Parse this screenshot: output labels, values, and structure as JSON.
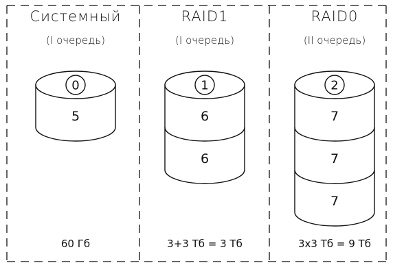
{
  "columns": [
    {
      "title": "Системный",
      "subtitle": "(I очередь)",
      "top_label": "0",
      "disks": [
        "5"
      ],
      "capacity": "60 Гб"
    },
    {
      "title": "RAID1",
      "subtitle": "(I очередь)",
      "top_label": "1",
      "disks": [
        "6",
        "6"
      ],
      "capacity": "3+3 Тб = 3 Тб"
    },
    {
      "title": "RAID0",
      "subtitle": "(II очередь)",
      "top_label": "2",
      "disks": [
        "7",
        "7",
        "7"
      ],
      "capacity": "3x3 Тб = 9 Тб"
    }
  ]
}
